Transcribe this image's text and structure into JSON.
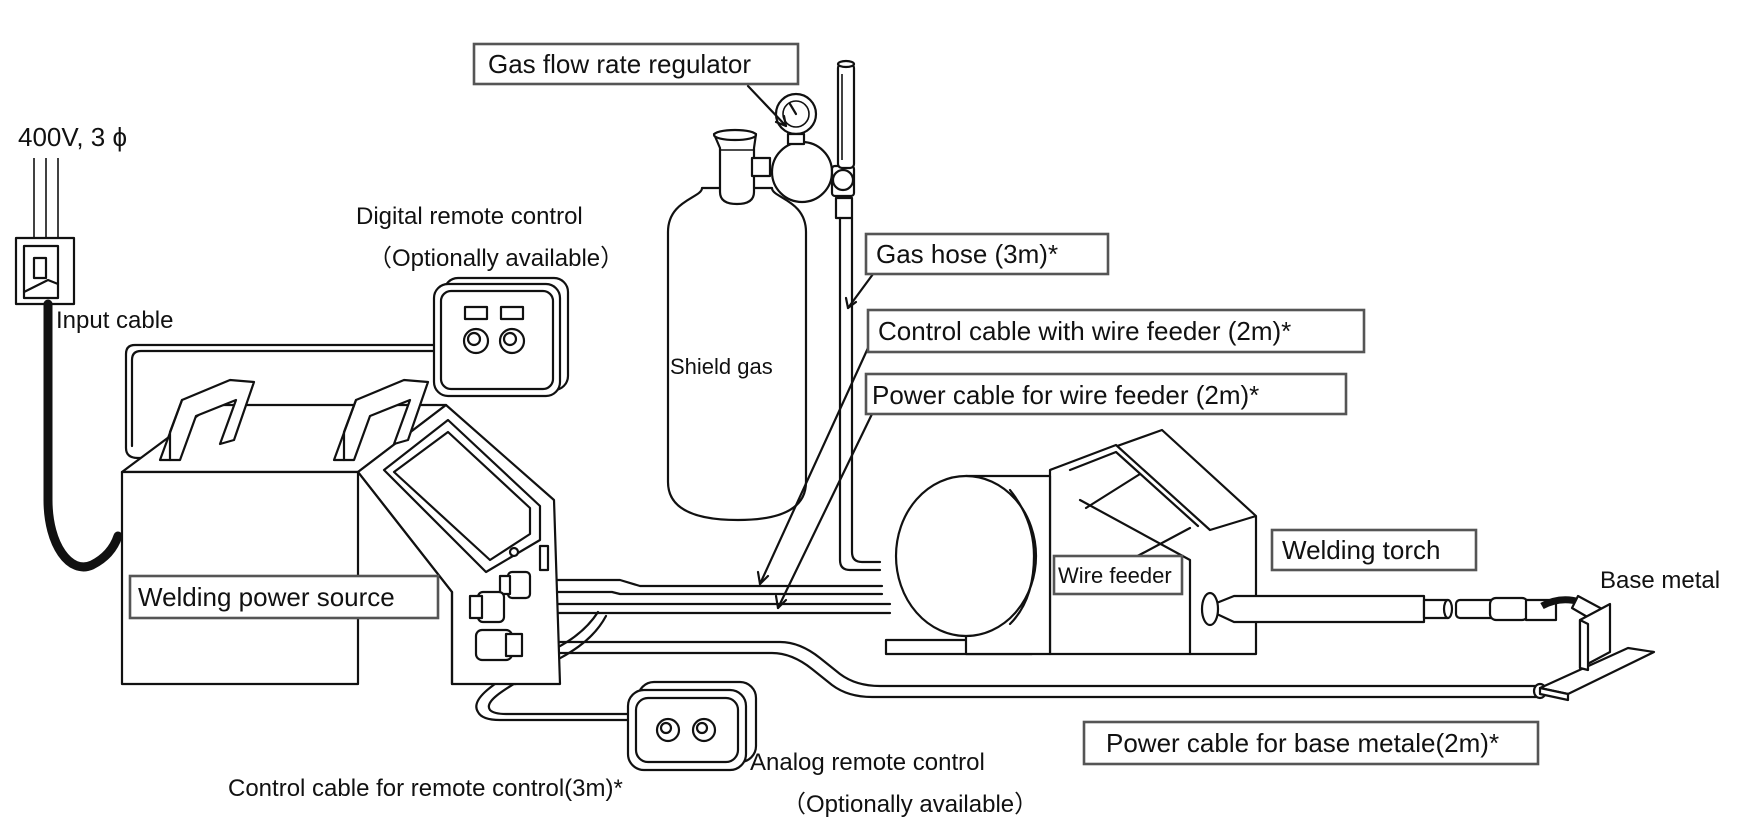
{
  "labels": {
    "voltage": "400V, 3 ϕ",
    "input_cable": "Input cable",
    "digital_remote": "Digital remote control",
    "digital_remote_opt": "（Optionally available）",
    "gas_regulator": "Gas flow rate regulator",
    "shield_gas": "Shield gas",
    "gas_hose": "Gas hose (3m)*",
    "control_cable_feeder": "Control cable with wire feeder (2m)*",
    "power_cable_feeder": "Power cable for wire feeder (2m)*",
    "welding_power_source": "Welding power source",
    "wire_feeder": "Wire feeder",
    "welding_torch": "Welding torch",
    "base_metal": "Base metal",
    "power_cable_base": "Power cable for base metale(2m)*",
    "analog_remote": "Analog remote control",
    "analog_remote_opt": "（Optionally available）",
    "control_cable_remote": "Control cable for remote control(3m)*"
  },
  "colors": {
    "line": "#111111",
    "label_border": "#555555",
    "background": "#ffffff"
  }
}
